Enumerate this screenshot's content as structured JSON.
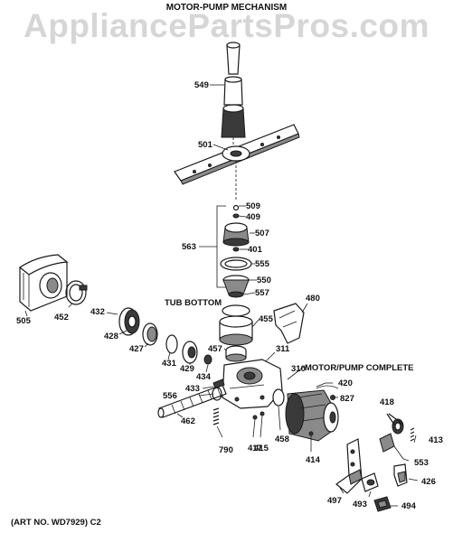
{
  "watermark": "AppliancePartsPros.com",
  "title": "MOTOR-PUMP MECHANISM",
  "captions": {
    "tub_bottom": "TUB BOTTOM",
    "motor_pump_complete": "MOTOR/PUMP COMPLETE",
    "art_no": "(ART NO. WD7929) C2"
  },
  "parts": {
    "p549": "549",
    "p501": "501",
    "p509": "509",
    "p409": "409",
    "p507": "507",
    "p563": "563",
    "p401": "401",
    "p555": "555",
    "p550": "550",
    "p557": "557",
    "p480": "480",
    "p455": "455",
    "p505": "505",
    "p452": "452",
    "p432": "432",
    "p428": "428",
    "p427": "427",
    "p431": "431",
    "p429": "429",
    "p434": "434",
    "p457": "457",
    "p311": "311",
    "p310": "310",
    "p420": "420",
    "p827": "827",
    "p433": "433",
    "p556": "556",
    "p462": "462",
    "p790": "790",
    "p417": "417",
    "p415": "415",
    "p458": "458",
    "p414": "414",
    "p418": "418",
    "p413": "413",
    "p553": "553",
    "p426": "426",
    "p497": "497",
    "p493": "493",
    "p494": "494"
  }
}
